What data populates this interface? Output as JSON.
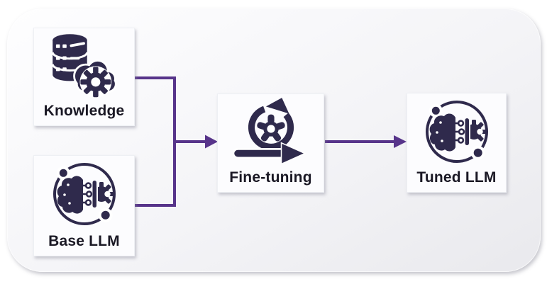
{
  "colors": {
    "icon": "#2f2a4c",
    "edge": "#57348a",
    "label": "#1a1824",
    "node_background": "#fcfcfe",
    "panel_gradient_start": "#fefeff",
    "panel_gradient_end": "#e9e9ed"
  },
  "nodes": [
    {
      "id": "knowledge",
      "label": "Knowledge",
      "icon": "database-gear-icon"
    },
    {
      "id": "base-llm",
      "label": "Base LLM",
      "icon": "brain-gear-icon"
    },
    {
      "id": "fine-tuning",
      "label": "Fine-tuning",
      "icon": "iteration-loop-icon"
    },
    {
      "id": "tuned-llm",
      "label": "Tuned LLM",
      "icon": "brain-gear-icon"
    }
  ],
  "edges": [
    {
      "from": "knowledge",
      "to": "fine-tuning"
    },
    {
      "from": "base-llm",
      "to": "fine-tuning"
    },
    {
      "from": "fine-tuning",
      "to": "tuned-llm"
    }
  ]
}
